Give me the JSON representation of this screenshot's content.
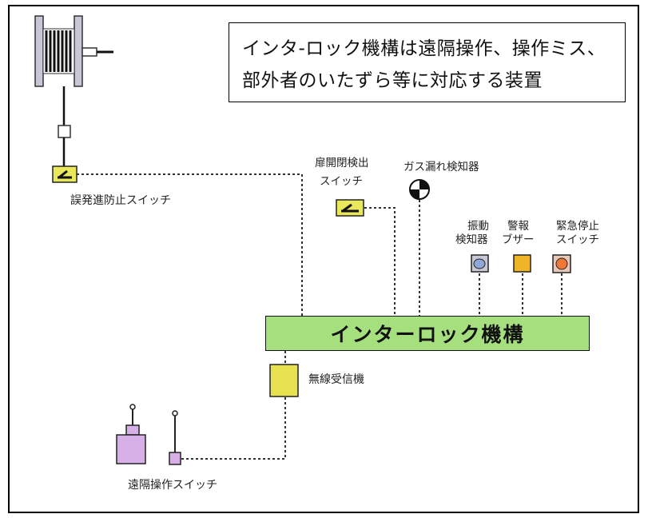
{
  "note": {
    "line1": "インタ-ロック機構は遠隔操作、操作ミス、",
    "line2": "部外者のいたずら等に対応する装置"
  },
  "labels": {
    "misstart_switch": "誤発進防止スイッチ",
    "door_switch_1": "扉開閉検出",
    "door_switch_2": "スイッチ",
    "gas_detector": "ガス漏れ検知器",
    "vibration_1": "振動",
    "vibration_2": "検知器",
    "buzzer_1": "警報",
    "buzzer_2": "ブザー",
    "estop_1": "緊急停止",
    "estop_2": "スイッチ",
    "interlock": "インターロック機構",
    "receiver": "無線受信機",
    "remote": "遠隔操作スイッチ"
  },
  "colors": {
    "interlock_bar": "#a6e07e",
    "switch_box": "#e8e85a",
    "receiver": "#e8e250",
    "vibration": "#8ea6d8",
    "buzzer": "#f0b428",
    "estop": "#f07838",
    "remote": "#d8b0e8"
  },
  "icons": {
    "winch": "cable-reel-icon",
    "switch": "limit-switch-icon",
    "gas": "gas-sensor-icon"
  }
}
